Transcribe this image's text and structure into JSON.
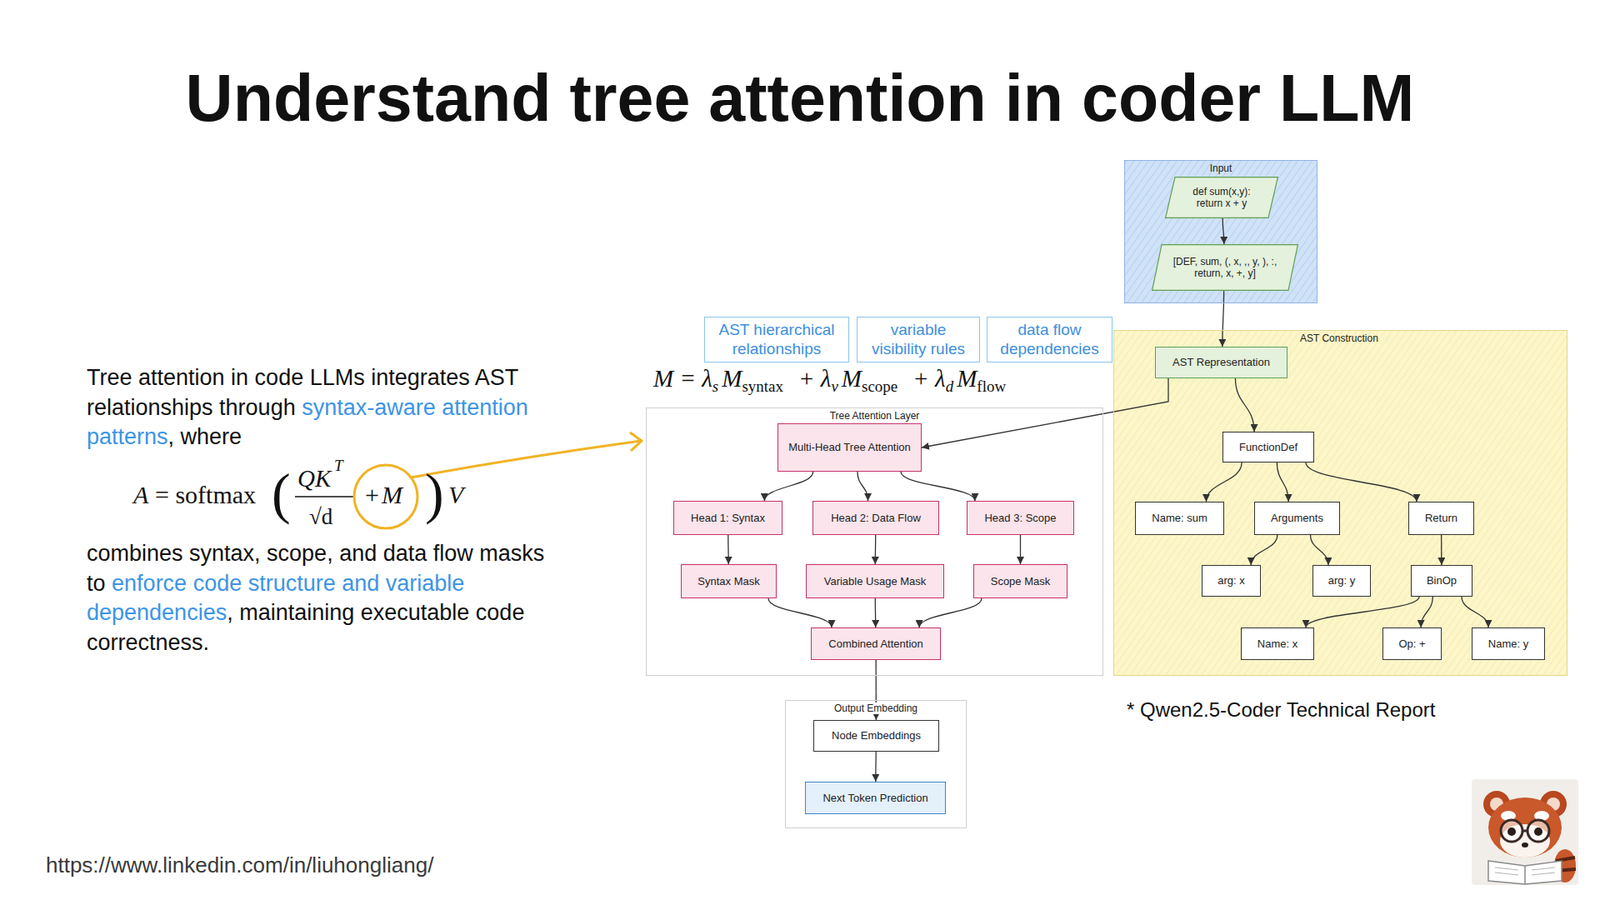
{
  "diagram": {
    "title": "Understand tree attention in coder LLM",
    "nodes": [
      {
        "text": [
          "Input"
        ]
      },
      {
        "text": [
          "def sum(x,y): return x + y"
        ],
        "in": 0
      },
      {
        "text": [
          "[DEF, sum, (, x, ,, y, ), :, return, x, +, y]"
        ],
        "in": 0
      },
      {
        "text": [
          "AST hierarchical relationships"
        ]
      },
      {
        "text": [
          "variable visibility rules"
        ]
      },
      {
        "text": [
          "data flow dependencies"
        ]
      },
      {
        "text": [
          "AST Construction"
        ]
      },
      {
        "text": [
          "AST Representation"
        ],
        "in": 6
      },
      {
        "text": [
          "FunctionDef"
        ],
        "in": 6
      },
      {
        "text": [
          "Name: sum"
        ],
        "in": 6
      },
      {
        "text": [
          "Arguments"
        ],
        "in": 6
      },
      {
        "text": [
          "Return"
        ],
        "in": 6
      },
      {
        "text": [
          "arg: x"
        ],
        "in": 6
      },
      {
        "text": [
          "arg: y"
        ],
        "in": 6
      },
      {
        "text": [
          "BinOp"
        ],
        "in": 6
      },
      {
        "text": [
          "Name: x"
        ],
        "in": 6
      },
      {
        "text": [
          "Op: +"
        ],
        "in": 6
      },
      {
        "text": [
          "Name: y"
        ],
        "in": 6
      },
      {
        "text": [
          "Tree Attention Layer"
        ]
      },
      {
        "text": [
          "Multi-Head Tree Attention"
        ],
        "in": 18
      },
      {
        "text": [
          "Head 1: Syntax"
        ],
        "in": 18
      },
      {
        "text": [
          "Head 2: Data Flow"
        ],
        "in": 18
      },
      {
        "text": [
          "Head 3: Scope"
        ],
        "in": 18
      },
      {
        "text": [
          "Syntax Mask"
        ],
        "in": 18
      },
      {
        "text": [
          "Variable Usage Mask"
        ],
        "in": 18
      },
      {
        "text": [
          "Scope Mask"
        ],
        "in": 18
      },
      {
        "text": [
          "Combined Attention"
        ],
        "in": 18
      },
      {
        "text": [
          "Output Embedding"
        ]
      },
      {
        "text": [
          "Node Embeddings"
        ],
        "in": 27
      },
      {
        "text": [
          "Next Token Prediction"
        ],
        "in": 27
      }
    ],
    "edges": [
      {
        "from": 1,
        "to": 2,
        "arrow": "to"
      },
      {
        "from": 2,
        "to": 7,
        "arrow": "to"
      },
      {
        "from": 7,
        "to": 8,
        "arrow": "to"
      },
      {
        "from": 7,
        "to": 19,
        "arrow": "to"
      },
      {
        "from": 8,
        "to": 9,
        "arrow": "to"
      },
      {
        "from": 8,
        "to": 10,
        "arrow": "to"
      },
      {
        "from": 8,
        "to": 11,
        "arrow": "to"
      },
      {
        "from": 10,
        "to": 12,
        "arrow": "to"
      },
      {
        "from": 10,
        "to": 13,
        "arrow": "to"
      },
      {
        "from": 11,
        "to": 14,
        "arrow": "to"
      },
      {
        "from": 14,
        "to": 15,
        "arrow": "to"
      },
      {
        "from": 14,
        "to": 16,
        "arrow": "to"
      },
      {
        "from": 14,
        "to": 17,
        "arrow": "to"
      },
      {
        "from": 19,
        "to": 20,
        "arrow": "to"
      },
      {
        "from": 19,
        "to": 21,
        "arrow": "to"
      },
      {
        "from": 19,
        "to": 22,
        "arrow": "to"
      },
      {
        "from": 20,
        "to": 23,
        "arrow": "to"
      },
      {
        "from": 21,
        "to": 24,
        "arrow": "to"
      },
      {
        "from": 22,
        "to": 25,
        "arrow": "to"
      },
      {
        "from": 23,
        "to": 26,
        "arrow": "to"
      },
      {
        "from": 24,
        "to": 26,
        "arrow": "to"
      },
      {
        "from": 25,
        "to": 26,
        "arrow": "to"
      },
      {
        "from": 26,
        "to": 28,
        "arrow": "to"
      },
      {
        "from": 28,
        "to": 29,
        "arrow": "to"
      }
    ],
    "labels": [
      "Tree attention in code LLMs integrates AST relationships through",
      "syntax-aware attention patterns",
      ", where",
      "A",
      "= softmax",
      "(",
      "QK",
      "T",
      "√d",
      "+",
      "M",
      ")",
      "V",
      "combines syntax, scope, and data flow masks to",
      "enforce code structure and variable dependencies",
      ", maintaining executable code correctness.",
      "M = λ",
      "s",
      "M",
      "syntax",
      "+ λ",
      "v",
      "M",
      "scope",
      "+ λ",
      "d",
      "M",
      "flow",
      "* Qwen2.5-Coder Technical Report",
      "https://www.linkedin.com/in/liuhongliang/"
    ]
  }
}
